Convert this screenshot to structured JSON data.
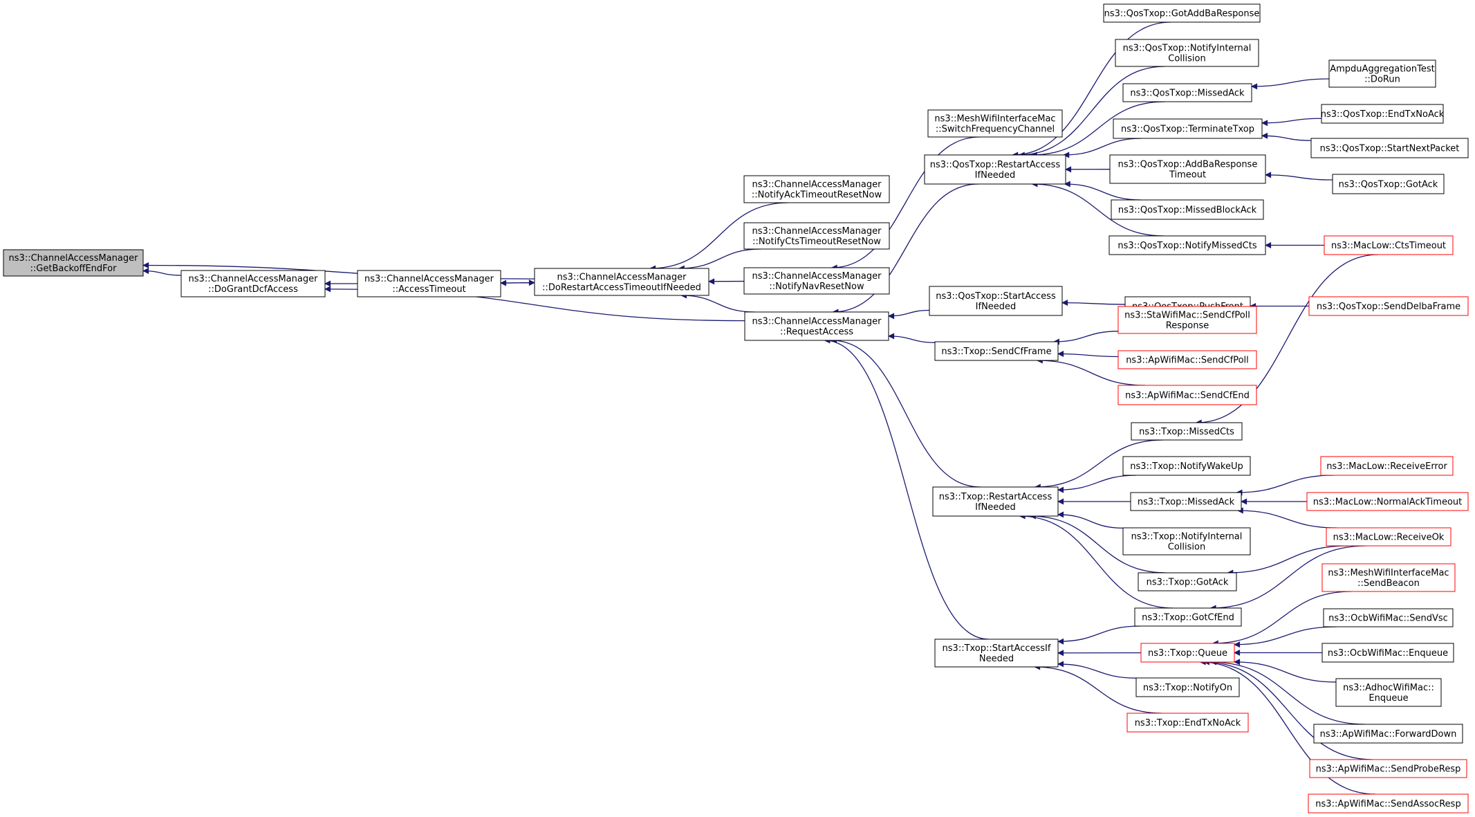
{
  "colors": {
    "edge": "#191970",
    "normal_border": "#000000",
    "truncated_border": "#ff0000",
    "focus_fill": "#bfbfbf",
    "node_fill": "#ffffff"
  },
  "nodes": [
    {
      "id": "getbackoffendfor",
      "lines": [
        "ns3::ChannelAccessManager",
        "::GetBackoffEndFor"
      ],
      "style": "focus"
    },
    {
      "id": "dograntdcfaccess",
      "lines": [
        "ns3::ChannelAccessManager",
        "::DoGrantDcfAccess"
      ],
      "style": "normal"
    },
    {
      "id": "accesstimeout",
      "lines": [
        "ns3::ChannelAccessManager",
        "::AccessTimeout"
      ],
      "style": "normal"
    },
    {
      "id": "dorestartaccesstimeout",
      "lines": [
        "ns3::ChannelAccessManager",
        "::DoRestartAccessTimeoutIfNeeded"
      ],
      "style": "normal"
    },
    {
      "id": "notifyacktimeoutresetnow",
      "lines": [
        "ns3::ChannelAccessManager",
        "::NotifyAckTimeoutResetNow"
      ],
      "style": "normal"
    },
    {
      "id": "notifyctstimeoutresetnow",
      "lines": [
        "ns3::ChannelAccessManager",
        "::NotifyCtsTimeoutResetNow"
      ],
      "style": "normal"
    },
    {
      "id": "notifynavresetnow",
      "lines": [
        "ns3::ChannelAccessManager",
        "::NotifyNavResetNow"
      ],
      "style": "normal"
    },
    {
      "id": "requestaccess",
      "lines": [
        "ns3::ChannelAccessManager",
        "::RequestAccess"
      ],
      "style": "normal"
    },
    {
      "id": "switchfrequencychannel",
      "lines": [
        "ns3::MeshWifiInterfaceMac",
        "::SwitchFrequencyChannel"
      ],
      "style": "normal"
    },
    {
      "id": "qos_restartaccess",
      "lines": [
        "ns3::QosTxop::RestartAccess",
        "IfNeeded"
      ],
      "style": "normal"
    },
    {
      "id": "qos_startaccess",
      "lines": [
        "ns3::QosTxop::StartAccess",
        "IfNeeded"
      ],
      "style": "normal"
    },
    {
      "id": "txop_sendcfframe",
      "lines": [
        "ns3::Txop::SendCfFrame"
      ],
      "style": "normal"
    },
    {
      "id": "txop_restartaccess",
      "lines": [
        "ns3::Txop::RestartAccess",
        "IfNeeded"
      ],
      "style": "normal"
    },
    {
      "id": "txop_startaccess",
      "lines": [
        "ns3::Txop::StartAccessIf",
        "Needed"
      ],
      "style": "normal"
    },
    {
      "id": "qos_gotaddbaresponse",
      "lines": [
        "ns3::QosTxop::GotAddBaResponse"
      ],
      "style": "normal"
    },
    {
      "id": "qos_notifyinternalcollision",
      "lines": [
        "ns3::QosTxop::NotifyInternal",
        "Collision"
      ],
      "style": "normal"
    },
    {
      "id": "qos_missedack",
      "lines": [
        "ns3::QosTxop::MissedAck"
      ],
      "style": "normal"
    },
    {
      "id": "qos_terminatetxop",
      "lines": [
        "ns3::QosTxop::TerminateTxop"
      ],
      "style": "normal"
    },
    {
      "id": "qos_addbaresponsetimeout",
      "lines": [
        "ns3::QosTxop::AddBaResponse",
        "Timeout"
      ],
      "style": "normal"
    },
    {
      "id": "qos_missedblockack",
      "lines": [
        "ns3::QosTxop::MissedBlockAck"
      ],
      "style": "normal"
    },
    {
      "id": "qos_notifymissedcts",
      "lines": [
        "ns3::QosTxop::NotifyMissedCts"
      ],
      "style": "normal"
    },
    {
      "id": "qos_pushfront",
      "lines": [
        "ns3::QosTxop::PushFront"
      ],
      "style": "normal"
    },
    {
      "id": "stawifimac_sendcfpollresponse",
      "lines": [
        "ns3::StaWifiMac::SendCfPoll",
        "Response"
      ],
      "style": "truncated"
    },
    {
      "id": "apwifimac_sendcfpoll",
      "lines": [
        "ns3::ApWifiMac::SendCfPoll"
      ],
      "style": "truncated"
    },
    {
      "id": "apwifimac_sendcfend",
      "lines": [
        "ns3::ApWifiMac::SendCfEnd"
      ],
      "style": "truncated"
    },
    {
      "id": "txop_missedcts",
      "lines": [
        "ns3::Txop::MissedCts"
      ],
      "style": "normal"
    },
    {
      "id": "txop_notifywakeup",
      "lines": [
        "ns3::Txop::NotifyWakeUp"
      ],
      "style": "normal"
    },
    {
      "id": "txop_missedack",
      "lines": [
        "ns3::Txop::MissedAck"
      ],
      "style": "normal"
    },
    {
      "id": "txop_notifyinternalcollision",
      "lines": [
        "ns3::Txop::NotifyInternal",
        "Collision"
      ],
      "style": "normal"
    },
    {
      "id": "txop_gotack",
      "lines": [
        "ns3::Txop::GotAck"
      ],
      "style": "normal"
    },
    {
      "id": "txop_gotcfend",
      "lines": [
        "ns3::Txop::GotCfEnd"
      ],
      "style": "normal"
    },
    {
      "id": "txop_queue",
      "lines": [
        "ns3::Txop::Queue"
      ],
      "style": "truncated"
    },
    {
      "id": "txop_notifyon",
      "lines": [
        "ns3::Txop::NotifyOn"
      ],
      "style": "normal"
    },
    {
      "id": "txop_endtxnoack",
      "lines": [
        "ns3::Txop::EndTxNoAck"
      ],
      "style": "truncated"
    },
    {
      "id": "ampduaggregationtest_dorun",
      "lines": [
        "AmpduAggregationTest",
        "::DoRun"
      ],
      "style": "normal"
    },
    {
      "id": "qos_endtxnoack",
      "lines": [
        "ns3::QosTxop::EndTxNoAck"
      ],
      "style": "normal"
    },
    {
      "id": "qos_startnextpacket",
      "lines": [
        "ns3::QosTxop::StartNextPacket"
      ],
      "style": "normal"
    },
    {
      "id": "qos_gotack",
      "lines": [
        "ns3::QosTxop::GotAck"
      ],
      "style": "normal"
    },
    {
      "id": "maclow_ctstimeout",
      "lines": [
        "ns3::MacLow::CtsTimeout"
      ],
      "style": "truncated"
    },
    {
      "id": "qos_senddelbaframe",
      "lines": [
        "ns3::QosTxop::SendDelbaFrame"
      ],
      "style": "truncated"
    },
    {
      "id": "maclow_receiveerror",
      "lines": [
        "ns3::MacLow::ReceiveError"
      ],
      "style": "truncated"
    },
    {
      "id": "maclow_normalacktimeout",
      "lines": [
        "ns3::MacLow::NormalAckTimeout"
      ],
      "style": "truncated"
    },
    {
      "id": "maclow_receiveok",
      "lines": [
        "ns3::MacLow::ReceiveOk"
      ],
      "style": "truncated"
    },
    {
      "id": "meshwifi_sendbeacon",
      "lines": [
        "ns3::MeshWifiInterfaceMac",
        "::SendBeacon"
      ],
      "style": "truncated"
    },
    {
      "id": "ocbwifimac_sendvsc",
      "lines": [
        "ns3::OcbWifiMac::SendVsc"
      ],
      "style": "normal"
    },
    {
      "id": "ocbwifimac_enqueue",
      "lines": [
        "ns3::OcbWifiMac::Enqueue"
      ],
      "style": "normal"
    },
    {
      "id": "adhocwifimac_enqueue",
      "lines": [
        "ns3::AdhocWifiMac::",
        "Enqueue"
      ],
      "style": "normal"
    },
    {
      "id": "apwifimac_forwarddown",
      "lines": [
        "ns3::ApWifiMac::ForwardDown"
      ],
      "style": "normal"
    },
    {
      "id": "apwifimac_sendproberesp",
      "lines": [
        "ns3::ApWifiMac::SendProbeResp"
      ],
      "style": "truncated"
    },
    {
      "id": "apwifimac_sendassocresp",
      "lines": [
        "ns3::ApWifiMac::SendAssocResp"
      ],
      "style": "truncated"
    }
  ],
  "edges": [
    {
      "from": "dograntdcfaccess",
      "to": "getbackoffendfor"
    },
    {
      "from": "dorestartaccesstimeout",
      "to": "getbackoffendfor"
    },
    {
      "from": "accesstimeout",
      "to": "dograntdcfaccess"
    },
    {
      "from": "requestaccess",
      "to": "dograntdcfaccess"
    },
    {
      "from": "dorestartaccesstimeout",
      "to": "accesstimeout"
    },
    {
      "from": "accesstimeout",
      "to": "dorestartaccesstimeout"
    },
    {
      "from": "notifyacktimeoutresetnow",
      "to": "dorestartaccesstimeout"
    },
    {
      "from": "notifyctstimeoutresetnow",
      "to": "dorestartaccesstimeout"
    },
    {
      "from": "notifynavresetnow",
      "to": "dorestartaccesstimeout"
    },
    {
      "from": "requestaccess",
      "to": "dorestartaccesstimeout"
    },
    {
      "from": "switchfrequencychannel",
      "to": "notifynavresetnow"
    },
    {
      "from": "qos_restartaccess",
      "to": "requestaccess"
    },
    {
      "from": "qos_startaccess",
      "to": "requestaccess"
    },
    {
      "from": "txop_sendcfframe",
      "to": "requestaccess"
    },
    {
      "from": "txop_restartaccess",
      "to": "requestaccess"
    },
    {
      "from": "txop_startaccess",
      "to": "requestaccess"
    },
    {
      "from": "qos_gotaddbaresponse",
      "to": "qos_restartaccess"
    },
    {
      "from": "qos_notifyinternalcollision",
      "to": "qos_restartaccess"
    },
    {
      "from": "qos_missedack",
      "to": "qos_restartaccess"
    },
    {
      "from": "qos_terminatetxop",
      "to": "qos_restartaccess"
    },
    {
      "from": "qos_addbaresponsetimeout",
      "to": "qos_restartaccess"
    },
    {
      "from": "qos_missedblockack",
      "to": "qos_restartaccess"
    },
    {
      "from": "qos_notifymissedcts",
      "to": "qos_restartaccess"
    },
    {
      "from": "ampduaggregationtest_dorun",
      "to": "qos_missedack"
    },
    {
      "from": "qos_endtxnoack",
      "to": "qos_terminatetxop"
    },
    {
      "from": "qos_startnextpacket",
      "to": "qos_terminatetxop"
    },
    {
      "from": "qos_gotack",
      "to": "qos_addbaresponsetimeout"
    },
    {
      "from": "maclow_ctstimeout",
      "to": "qos_notifymissedcts"
    },
    {
      "from": "qos_pushfront",
      "to": "qos_startaccess"
    },
    {
      "from": "qos_senddelbaframe",
      "to": "qos_pushfront"
    },
    {
      "from": "stawifimac_sendcfpollresponse",
      "to": "txop_sendcfframe"
    },
    {
      "from": "apwifimac_sendcfpoll",
      "to": "txop_sendcfframe"
    },
    {
      "from": "apwifimac_sendcfend",
      "to": "txop_sendcfframe"
    },
    {
      "from": "txop_missedcts",
      "to": "txop_restartaccess"
    },
    {
      "from": "txop_notifywakeup",
      "to": "txop_restartaccess"
    },
    {
      "from": "txop_missedack",
      "to": "txop_restartaccess"
    },
    {
      "from": "txop_notifyinternalcollision",
      "to": "txop_restartaccess"
    },
    {
      "from": "txop_gotack",
      "to": "txop_restartaccess"
    },
    {
      "from": "txop_gotcfend",
      "to": "txop_restartaccess"
    },
    {
      "from": "maclow_ctstimeout",
      "to": "txop_missedcts"
    },
    {
      "from": "maclow_receiveerror",
      "to": "txop_missedack"
    },
    {
      "from": "maclow_normalacktimeout",
      "to": "txop_missedack"
    },
    {
      "from": "maclow_receiveok",
      "to": "txop_missedack"
    },
    {
      "from": "maclow_receiveok",
      "to": "txop_gotack"
    },
    {
      "from": "maclow_receiveok",
      "to": "txop_gotcfend"
    },
    {
      "from": "txop_gotcfend",
      "to": "txop_startaccess"
    },
    {
      "from": "txop_queue",
      "to": "txop_startaccess"
    },
    {
      "from": "txop_notifyon",
      "to": "txop_startaccess"
    },
    {
      "from": "txop_endtxnoack",
      "to": "txop_startaccess"
    },
    {
      "from": "meshwifi_sendbeacon",
      "to": "txop_queue"
    },
    {
      "from": "ocbwifimac_sendvsc",
      "to": "txop_queue"
    },
    {
      "from": "ocbwifimac_enqueue",
      "to": "txop_queue"
    },
    {
      "from": "adhocwifimac_enqueue",
      "to": "txop_queue"
    },
    {
      "from": "apwifimac_forwarddown",
      "to": "txop_queue"
    },
    {
      "from": "apwifimac_sendproberesp",
      "to": "txop_queue"
    },
    {
      "from": "apwifimac_sendassocresp",
      "to": "txop_queue"
    }
  ]
}
